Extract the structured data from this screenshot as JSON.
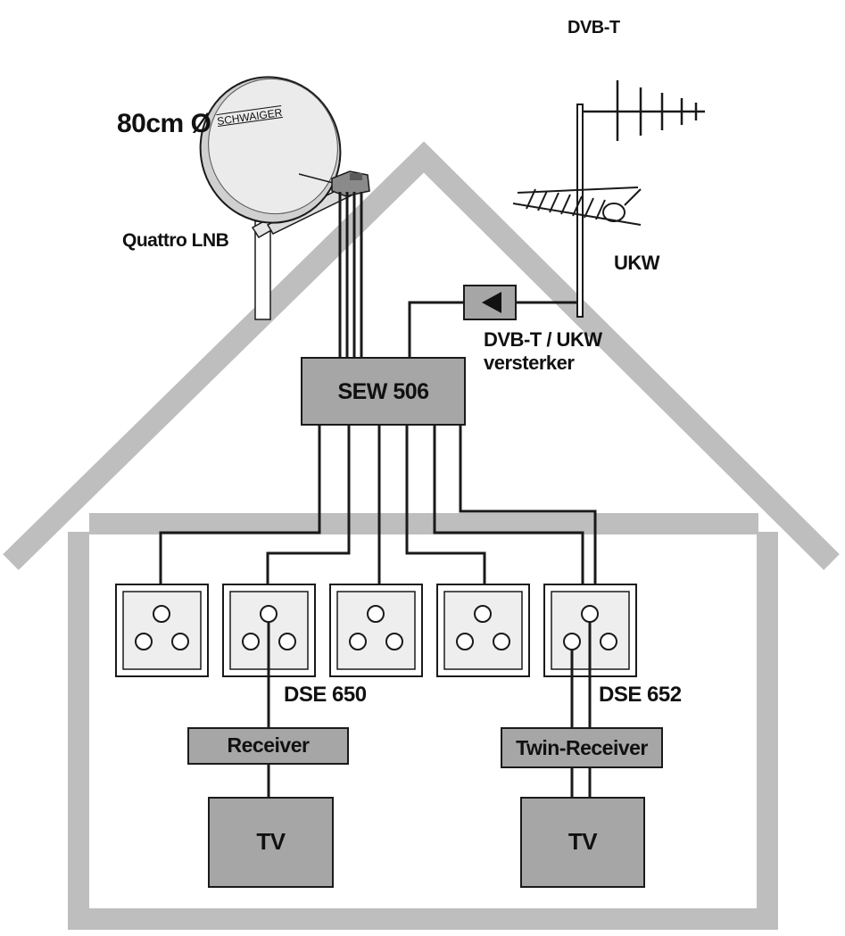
{
  "labels": {
    "dvbt": "DVB-T",
    "dish_size": "80cm Ø",
    "dish_brand": "SCHWAIGER",
    "quattro_lnb": "Quattro LNB",
    "ukw": "UKW",
    "amp_line1": "DVB-T / UKW",
    "amp_line2": "versterker",
    "multiswitch": "SEW 506",
    "dse650": "DSE 650",
    "dse652": "DSE 652",
    "receiver": "Receiver",
    "twin_receiver": "Twin-Receiver",
    "tv_left": "TV",
    "tv_right": "TV"
  },
  "colors": {
    "house": "#bebebe",
    "box_fill": "#a6a6a6",
    "socket_fill": "#eeeeee",
    "line": "#1a1a1a"
  }
}
